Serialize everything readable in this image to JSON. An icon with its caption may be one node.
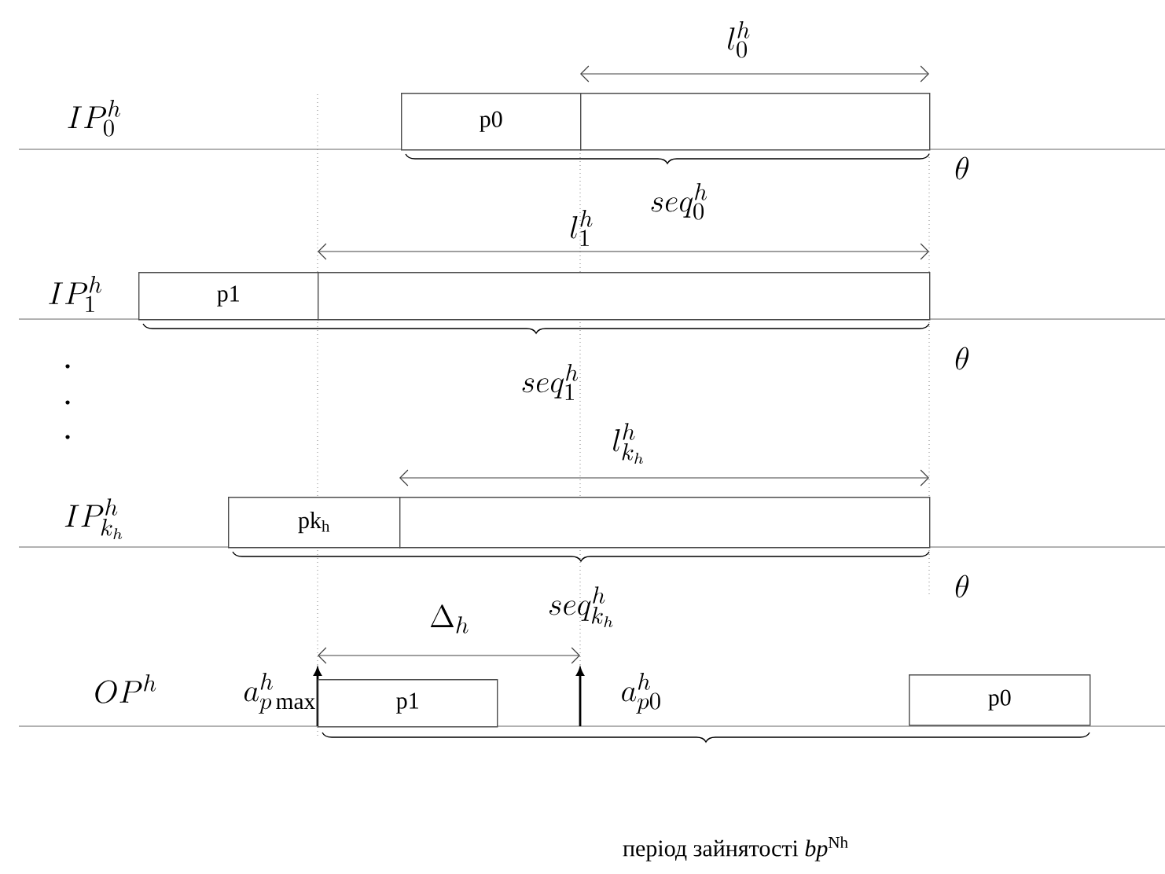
{
  "diagram": {
    "nodes": [
      {
        "text": [
          "p0"
        ]
      },
      {
        "text": [],
        "shape": "box"
      },
      {
        "text": [
          "p1"
        ]
      },
      {
        "text": [],
        "shape": "box"
      },
      {
        "text": [
          "pk$_{h}$"
        ]
      },
      {
        "text": [],
        "shape": "box"
      },
      {
        "text": [
          "p1"
        ]
      },
      {
        "text": [
          "p0"
        ]
      }
    ],
    "labels": [
      "l_{0}^{h}",
      "IP_{0}^{h}",
      "\\theta",
      "seq_{0}^{h}",
      "l_{1}^{h}",
      "IP_{1}^{h}",
      "seq_{1}^{h}",
      "\\theta",
      "l_{k_{h}}^{h}",
      "IP_{k_{h}}^{h}",
      "seq_{k_{h}}^{h}",
      "\\theta",
      "\\Delta_{h}",
      "OP^{h}",
      "a_{p\\max}^{h}",
      "a_{p0}^{h}",
      "період зайнятості *bp*$^{Nh}$"
    ]
  }
}
